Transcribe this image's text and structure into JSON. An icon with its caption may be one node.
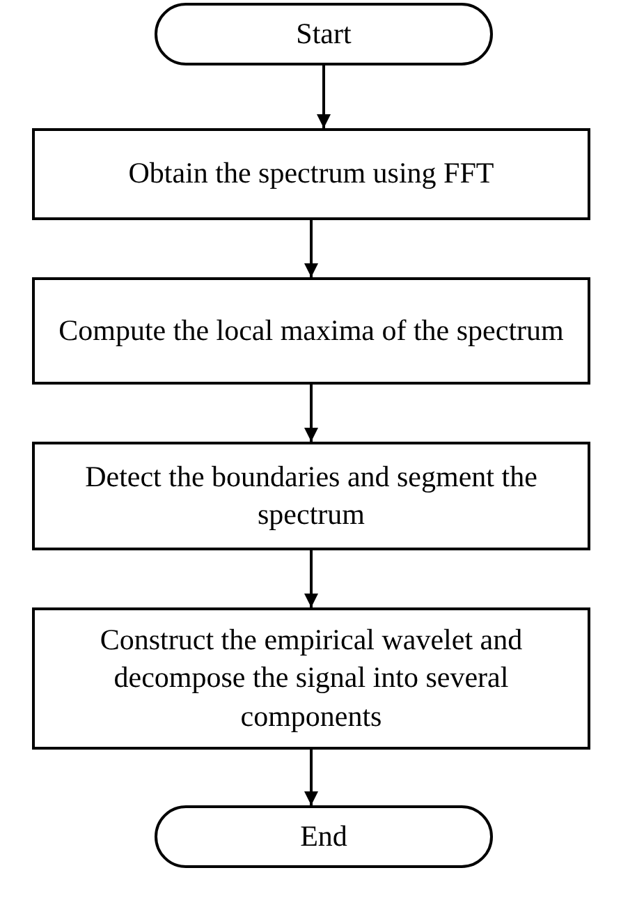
{
  "diagram": {
    "nodes": [
      {
        "text": [
          "Start"
        ]
      },
      {
        "text": [
          "Obtain the spectrum using FFT"
        ]
      },
      {
        "text": [
          "Compute the local maxima of the spectrum"
        ]
      },
      {
        "text": [
          "Detect the boundaries and segment the spectrum"
        ]
      },
      {
        "text": [
          "Construct the empirical wavelet and decompose the signal into several components"
        ]
      },
      {
        "text": [
          "End"
        ]
      }
    ],
    "edges": [
      {
        "from": 0,
        "to": 1,
        "arrow": "to"
      },
      {
        "from": 1,
        "to": 2,
        "arrow": "to"
      },
      {
        "from": 2,
        "to": 3,
        "arrow": "to"
      },
      {
        "from": 3,
        "to": 4,
        "arrow": "to"
      },
      {
        "from": 4,
        "to": 5,
        "arrow": "to"
      }
    ]
  }
}
